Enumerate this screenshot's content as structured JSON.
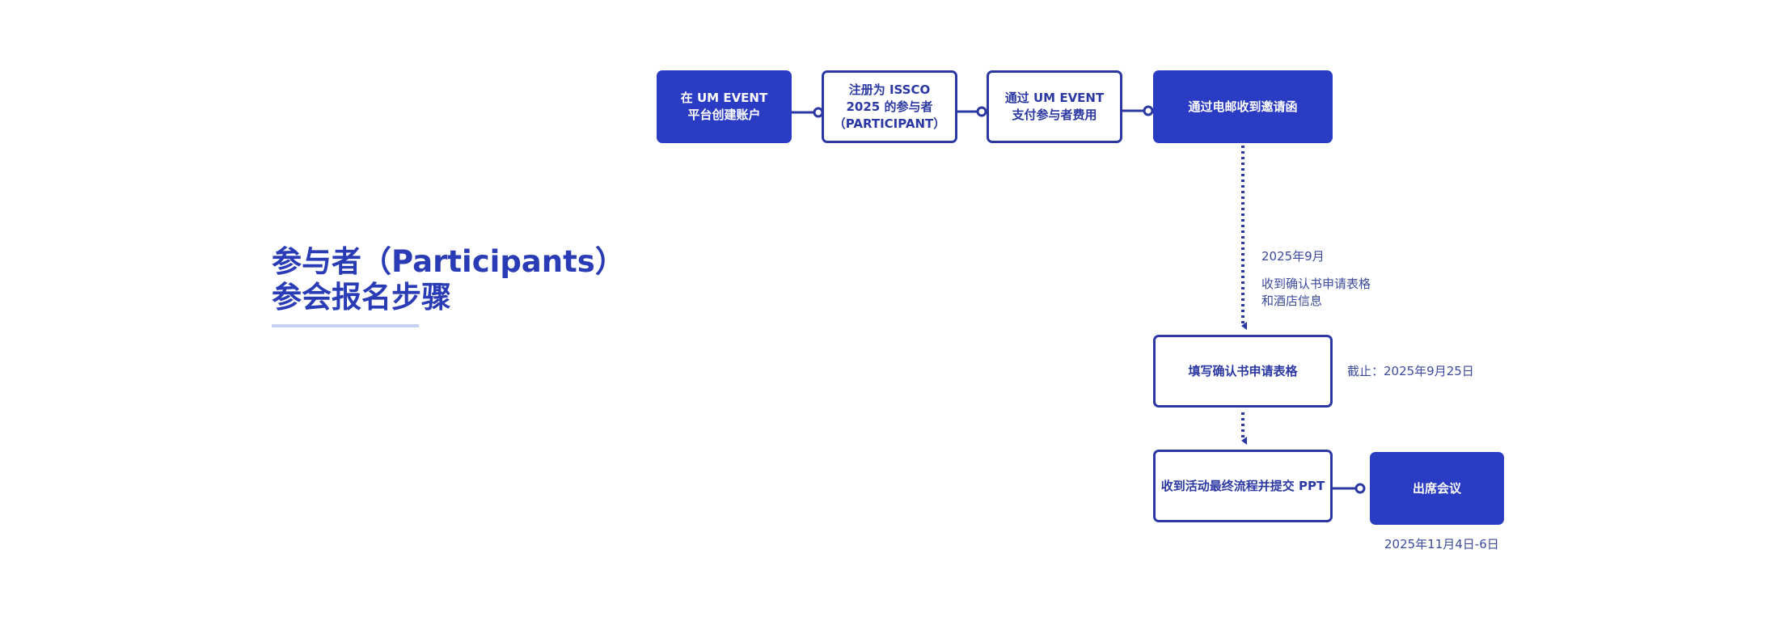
{
  "title": {
    "line1": "参与者（Participants）",
    "line2": "参会报名步骤"
  },
  "steps": [
    {
      "label": "在 UM EVENT\n平台创建账户",
      "style": "filled"
    },
    {
      "label": "注册为 ISSCO\n2025 的参与者\n（PARTICIPANT）",
      "style": "outline"
    },
    {
      "label": "通过 UM EVENT\n支付参与者费用",
      "style": "outline"
    },
    {
      "label": "通过电邮收到邀请函",
      "style": "filled"
    },
    {
      "label": "填写确认书申请表格",
      "style": "outline"
    },
    {
      "label": "收到活动最终流程并提交 PPT",
      "style": "outline"
    },
    {
      "label": "出席会议",
      "style": "filled"
    }
  ],
  "notes": {
    "date_sep": "2025年9月",
    "receive_forms_line1": "收到确认书申请表格",
    "receive_forms_line2": "和酒店信息",
    "deadline": "截止：2025年9月25日",
    "event_dates": "2025年11月4日-6日"
  },
  "colors": {
    "primary": "#2a3cc4",
    "title": "#2a3cb5",
    "outline": "#2b38a3",
    "shadow": "#c3d0ee",
    "note_text": "#3c4a9e"
  }
}
